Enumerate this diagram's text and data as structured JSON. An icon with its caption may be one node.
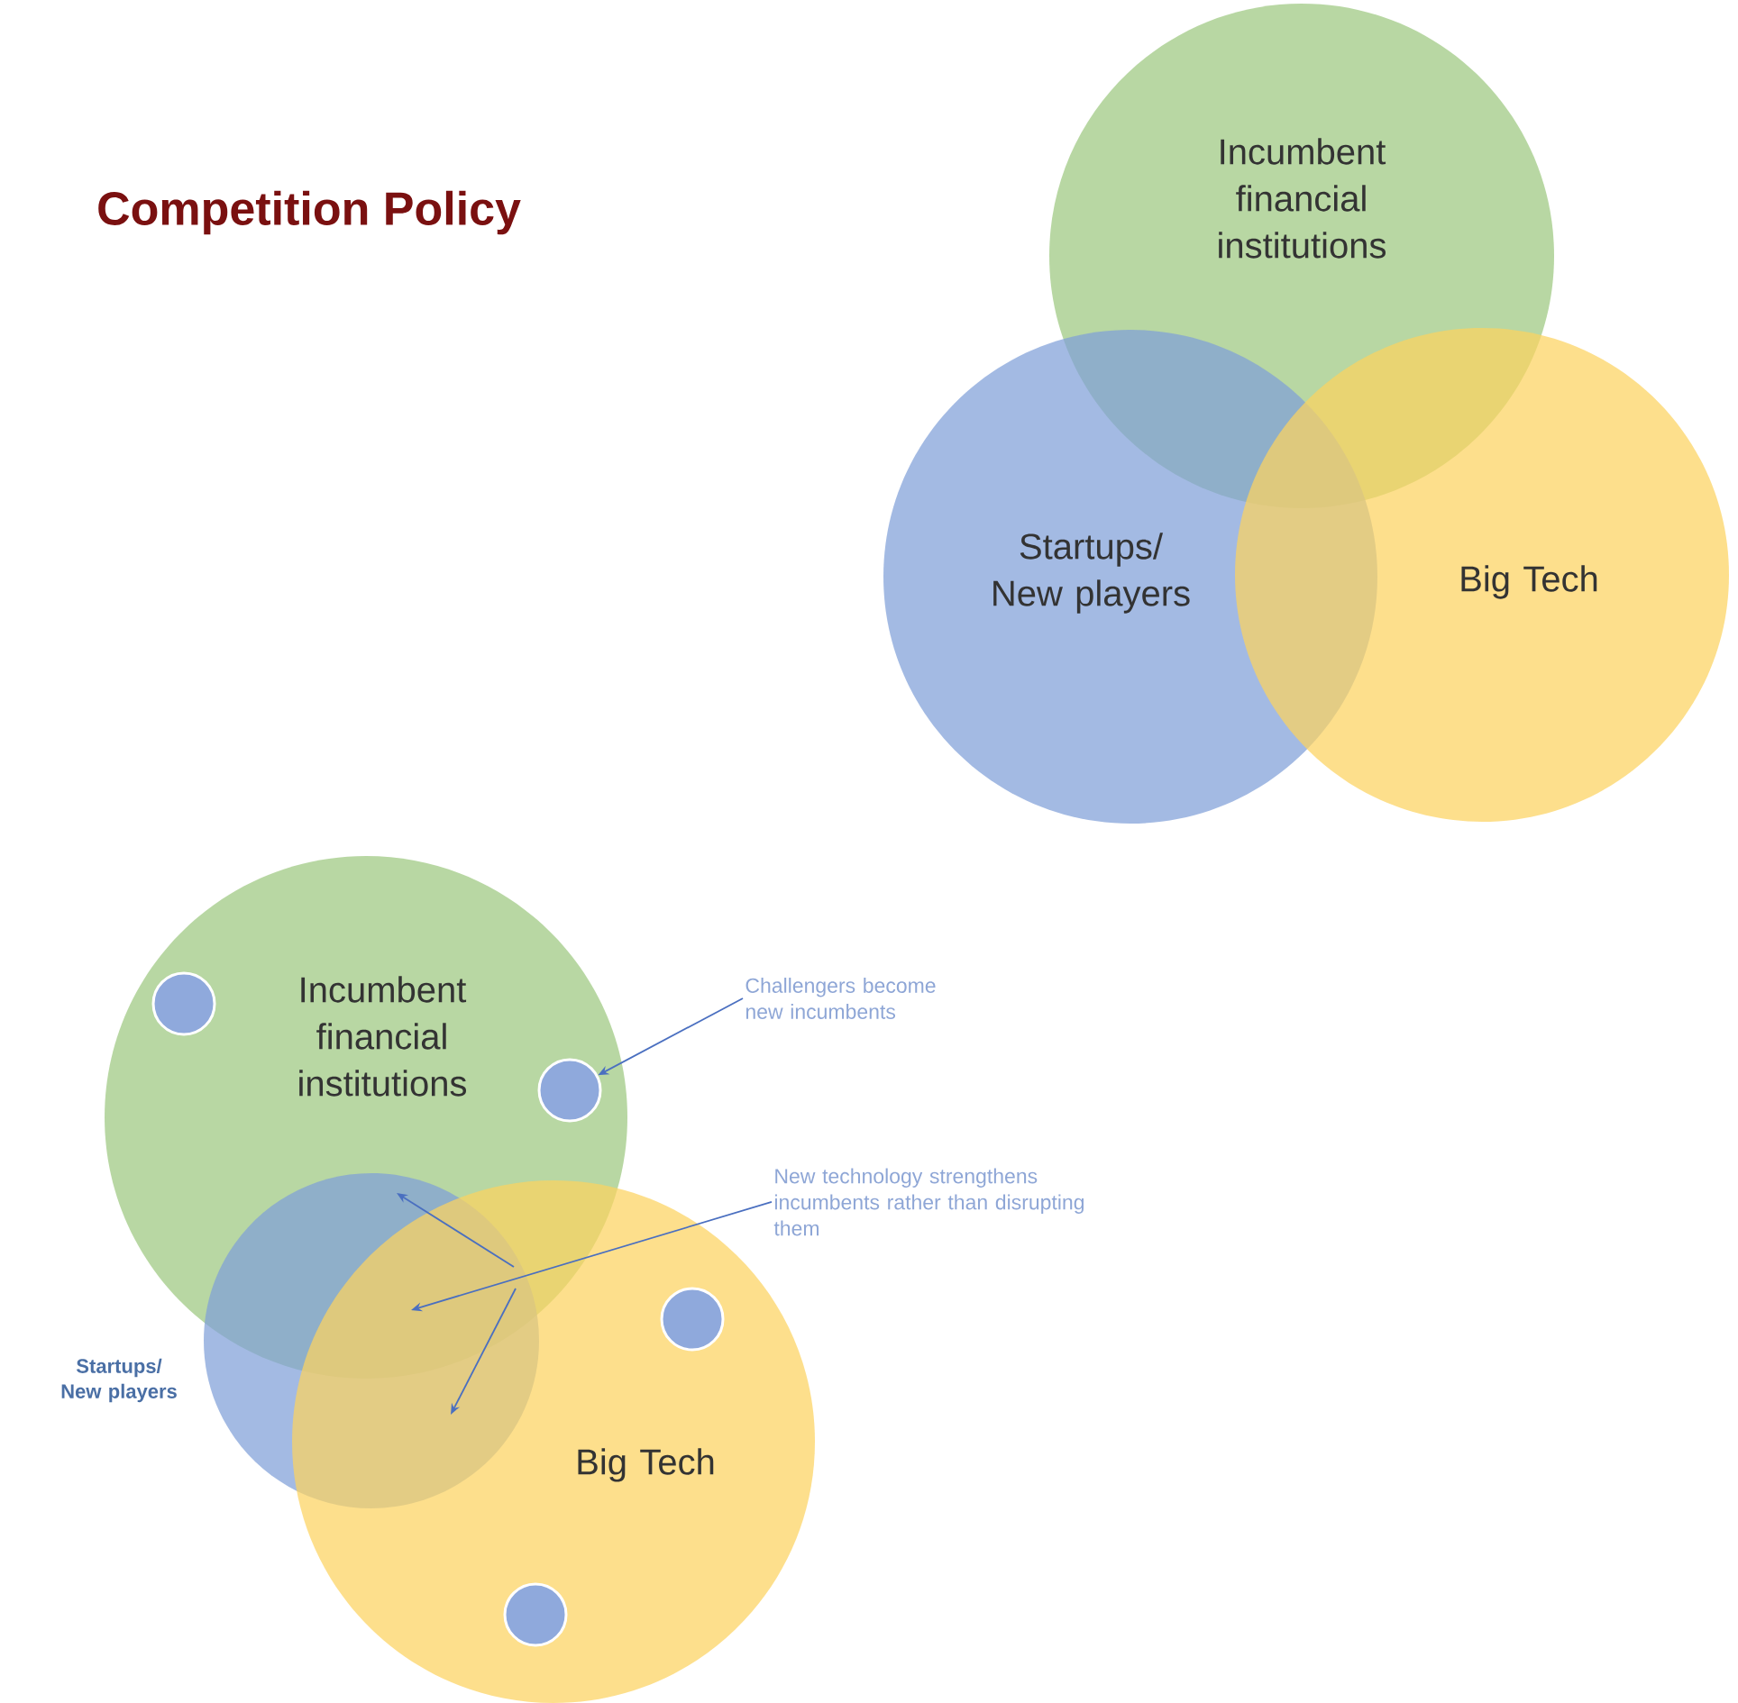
{
  "diagram": {
    "title": "Competition Policy",
    "nodes": [
      {
        "text": [
          "Incumbent financial institutions"
        ]
      },
      {
        "text": [
          "Startups/ New players"
        ]
      },
      {
        "text": [
          "Big Tech"
        ]
      },
      {
        "text": [
          "Incumbent financial institutions"
        ]
      },
      {
        "text": [
          "Startups/ New players"
        ]
      },
      {
        "text": [
          "Big Tech"
        ]
      },
      {
        "text": [],
        "shape": "circle",
        "in": 3
      },
      {
        "text": [],
        "shape": "circle",
        "in": 3
      },
      {
        "text": [],
        "shape": "circle",
        "in": 5
      },
      {
        "text": [],
        "shape": "circle",
        "in": 5
      },
      {
        "text": [
          "Challengers become new incumbents"
        ]
      },
      {
        "text": [
          "New technology strengthens incumbents rather than disrupting them"
        ]
      }
    ],
    "edges": [
      {
        "from": 10,
        "to": 7,
        "arrow": "to"
      },
      {
        "from": 11,
        "to": 4,
        "arrow": "to"
      }
    ]
  }
}
